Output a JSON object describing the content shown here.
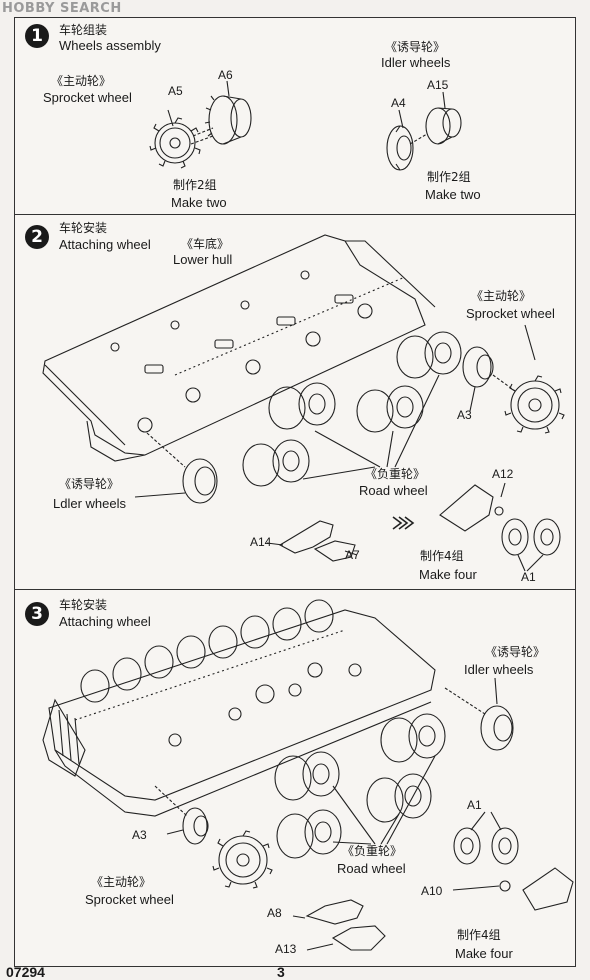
{
  "watermark": "HOBBY SEARCH",
  "footer": {
    "code": "07294",
    "page": "3"
  },
  "steps": [
    {
      "number": "1",
      "title_cn": "车轮组装",
      "title_en": "Wheels assembly",
      "labels": [
        {
          "cn": "《主动轮》",
          "en": "Sprocket wheel"
        },
        {
          "cn": "《诱导轮》",
          "en": "Idler wheels"
        },
        {
          "cn": "制作2组",
          "en": "Make two"
        },
        {
          "cn": "制作2组",
          "en": "Make two"
        }
      ],
      "parts": [
        "A5",
        "A6",
        "A4",
        "A15"
      ]
    },
    {
      "number": "2",
      "title_cn": "车轮安装",
      "title_en": "Attaching wheel",
      "labels": [
        {
          "cn": "《车底》",
          "en": "Lower hull"
        },
        {
          "cn": "《主动轮》",
          "en": "Sprocket wheel"
        },
        {
          "cn": "《诱导轮》",
          "en": "Ldler wheels"
        },
        {
          "cn": "《负重轮》",
          "en": "Road   wheel"
        },
        {
          "cn": "制作4组",
          "en": "Make four"
        }
      ],
      "parts": [
        "A3",
        "A12",
        "A14",
        "A7",
        "A1"
      ]
    },
    {
      "number": "3",
      "title_cn": "车轮安装",
      "title_en": "Attaching wheel",
      "labels": [
        {
          "cn": "《诱导轮》",
          "en": "Idler wheels"
        },
        {
          "cn": "《负重轮》",
          "en": "Road   wheel"
        },
        {
          "cn": "《主动轮》",
          "en": "Sprocket wheel"
        },
        {
          "cn": "制作4组",
          "en": "Make four"
        }
      ],
      "parts": [
        "A3",
        "A1",
        "A10",
        "A8",
        "A13"
      ]
    }
  ]
}
